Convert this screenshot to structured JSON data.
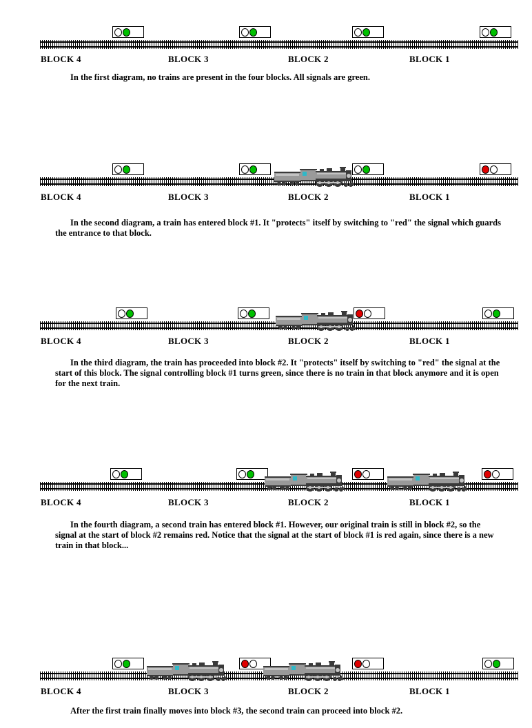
{
  "colors": {
    "green_lamp": "#00c000",
    "red_lamp": "#e00000",
    "lamp_off": "#ffffff",
    "signal_box": "#ffffff",
    "outline": "#000000",
    "train_green_body": "#1d7a1d",
    "train_green_dark": "#0c4f0c",
    "train_green_light": "#3da83d",
    "train_gray_body": "#9a9a9a",
    "train_gray_dark": "#3a3a3a",
    "train_gray_light": "#c4c4c4",
    "train_window": "#2fb8c8"
  },
  "block_labels": [
    "BLOCK 4",
    "BLOCK 3",
    "BLOCK 2",
    "BLOCK 1"
  ],
  "diagrams": [
    {
      "id": "diagram-1",
      "signals": [
        {
          "name": "signal-block-4",
          "aspect": "green"
        },
        {
          "name": "signal-block-3",
          "aspect": "green"
        },
        {
          "name": "signal-block-2",
          "aspect": "green"
        },
        {
          "name": "signal-block-1",
          "aspect": "green"
        }
      ],
      "trains": [],
      "caption": "In the first diagram, no trains are present in the four blocks.  All signals are green."
    },
    {
      "id": "diagram-2",
      "signals": [
        {
          "name": "signal-block-4",
          "aspect": "green"
        },
        {
          "name": "signal-block-3",
          "aspect": "green"
        },
        {
          "name": "signal-block-2",
          "aspect": "green"
        },
        {
          "name": "signal-block-1",
          "aspect": "red"
        }
      ],
      "trains": [
        {
          "name": "train-green",
          "color": "green",
          "block": 1
        }
      ],
      "caption": "In the second diagram, a train has entered block #1.  It \"protects\" itself by switching to \"red\" the signal which guards the entrance to that block."
    },
    {
      "id": "diagram-3",
      "signals": [
        {
          "name": "signal-block-4",
          "aspect": "green"
        },
        {
          "name": "signal-block-3",
          "aspect": "green"
        },
        {
          "name": "signal-block-2",
          "aspect": "red"
        },
        {
          "name": "signal-block-1",
          "aspect": "green"
        }
      ],
      "trains": [
        {
          "name": "train-green",
          "color": "green",
          "block": 2
        }
      ],
      "caption": "In the third diagram, the train has proceeded into block #2.  It \"protects\" itself by switching to \"red\" the signal at the start of this block.  The signal controlling block #1 turns green, since there is no train in that block anymore and it is open for the next train."
    },
    {
      "id": "diagram-4",
      "signals": [
        {
          "name": "signal-block-4",
          "aspect": "green"
        },
        {
          "name": "signal-block-3",
          "aspect": "green"
        },
        {
          "name": "signal-block-2",
          "aspect": "red"
        },
        {
          "name": "signal-block-1",
          "aspect": "red"
        }
      ],
      "trains": [
        {
          "name": "train-green",
          "color": "green",
          "block": 2
        },
        {
          "name": "train-gray",
          "color": "gray",
          "block": 1
        }
      ],
      "caption": "In the fourth diagram, a second train has entered block #1.  However, our original train is still in block #2, so the signal at the start of block #2 remains red.  Notice that the signal at the start of block #1 is red again, since there is a new train in that block..."
    },
    {
      "id": "diagram-5",
      "signals": [
        {
          "name": "signal-block-4",
          "aspect": "green"
        },
        {
          "name": "signal-block-3",
          "aspect": "red"
        },
        {
          "name": "signal-block-2",
          "aspect": "red"
        },
        {
          "name": "signal-block-1",
          "aspect": "green"
        }
      ],
      "trains": [
        {
          "name": "train-green",
          "color": "green",
          "block": 3
        },
        {
          "name": "train-gray",
          "color": "gray",
          "block": 2
        }
      ],
      "caption": "After the first train finally moves into block #3, the second train can proceed into block #2."
    }
  ]
}
